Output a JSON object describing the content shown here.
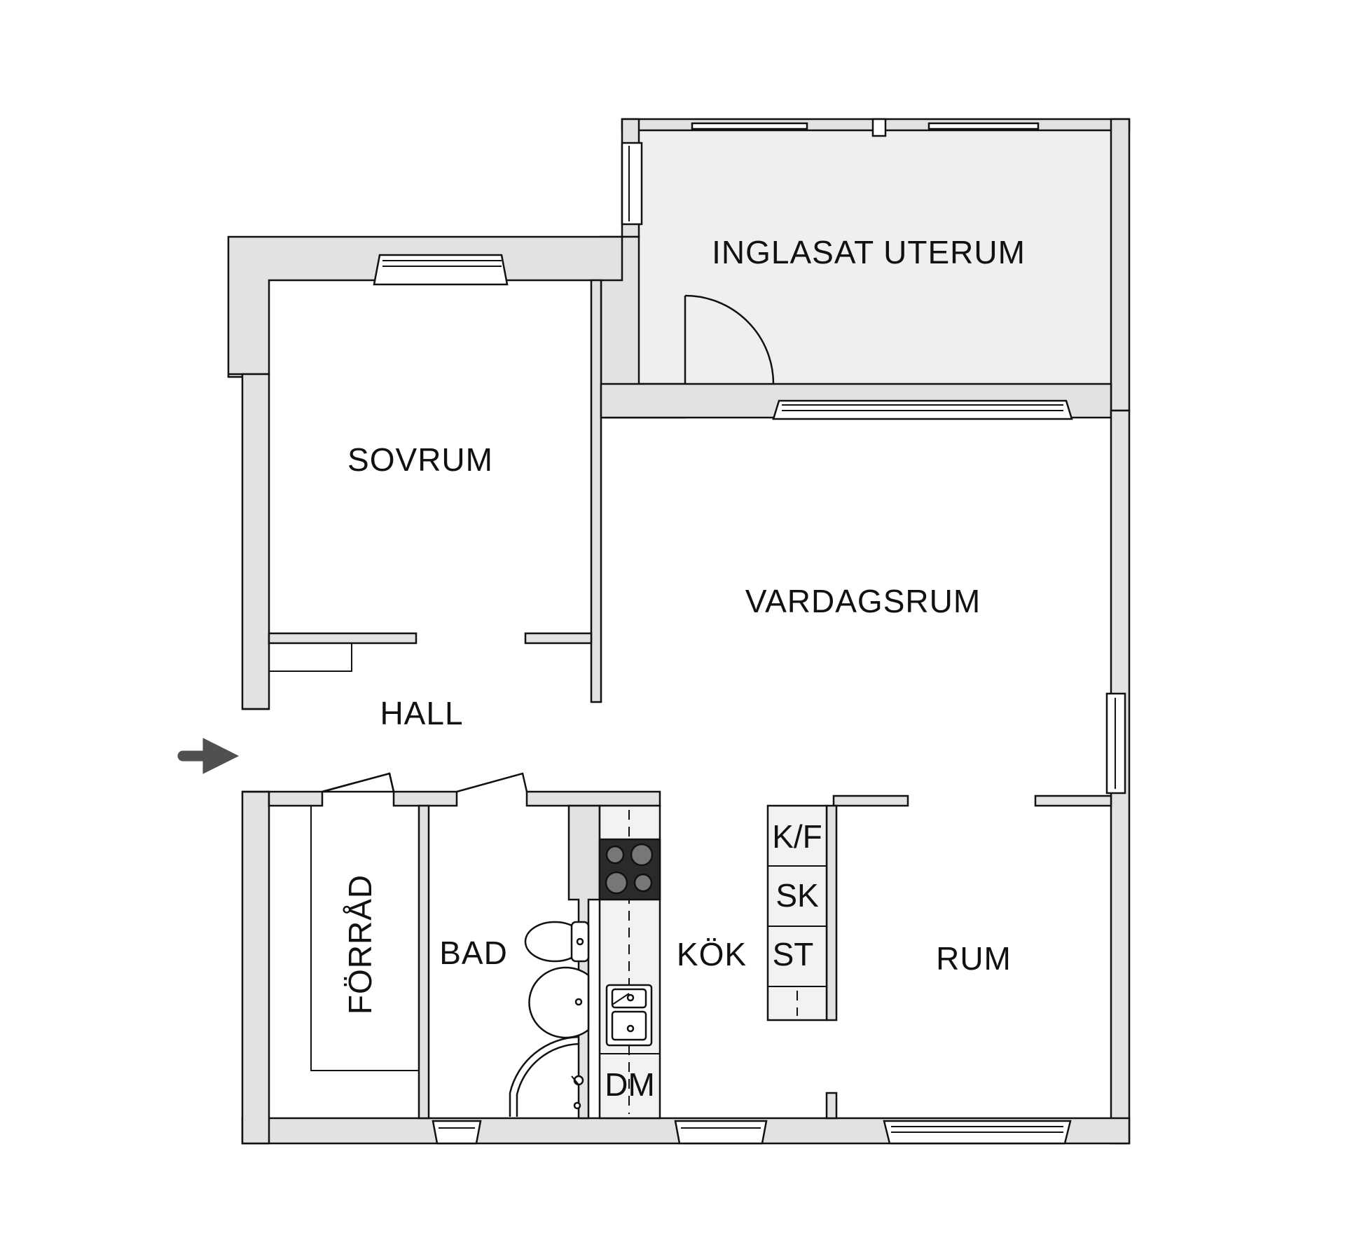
{
  "rooms": {
    "uterum": "INGLASAT UTERUM",
    "sovrum": "SOVRUM",
    "vardagsrum": "VARDAGSRUM",
    "hall": "HALL",
    "forrad": "FÖRRÅD",
    "bad": "BAD",
    "kok": "KÖK",
    "rum": "RUM"
  },
  "appliances": {
    "kyl_frys": "K/F",
    "skap": "SK",
    "stove": "ST",
    "diskmaskin": "DM"
  },
  "entrance": {
    "icon": "entrance-arrow-icon"
  },
  "colors": {
    "wall_fill": "#e2e2e2",
    "uterum_fill": "#efefef",
    "line": "#111111",
    "arrow": "#505050",
    "stove_top": "#2a2a2a"
  }
}
